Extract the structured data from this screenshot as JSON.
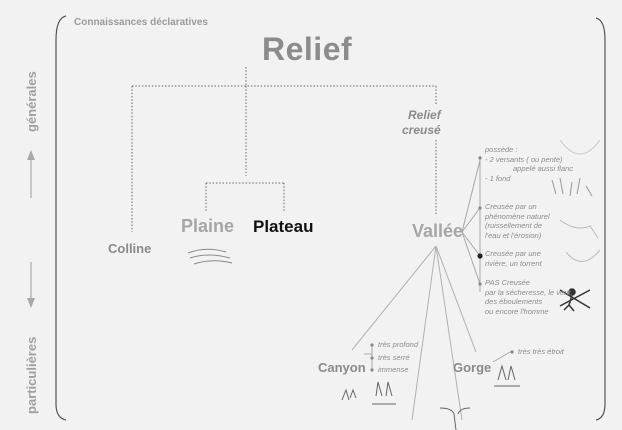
{
  "header": {
    "label": "Connaissances déclaratives"
  },
  "title": "Relief",
  "side_axis": {
    "top_label": "générales",
    "bottom_label": "particulières"
  },
  "nodes": {
    "relief_creuse": [
      "Relief",
      "creusé"
    ],
    "colline": "Colline",
    "plaine": "Plaine",
    "plateau": "Plateau",
    "vallee": "Vallée",
    "canyon": "Canyon",
    "gorge": "Gorge"
  },
  "vallee_notes": {
    "possede": [
      "possède :",
      "- 2 versants ( ou pente)",
      "appelé aussi flanc",
      "- 1 fond"
    ],
    "creusee_phenomene": [
      "Creusée par un",
      "phénomène naturel",
      "(ruissellement de",
      "l'eau et l'érosion)"
    ],
    "creusee_riviere": [
      "Creusée par une",
      "rivière, un torrent"
    ],
    "pas_creusee": [
      "PAS Creusée",
      "par la sécheresse, le vent,",
      "des éboulements",
      "ou encore l'homme"
    ]
  },
  "canyon_notes": [
    "très profond",
    "très serré",
    "immense"
  ],
  "gorge_notes": [
    "très très étroit"
  ]
}
